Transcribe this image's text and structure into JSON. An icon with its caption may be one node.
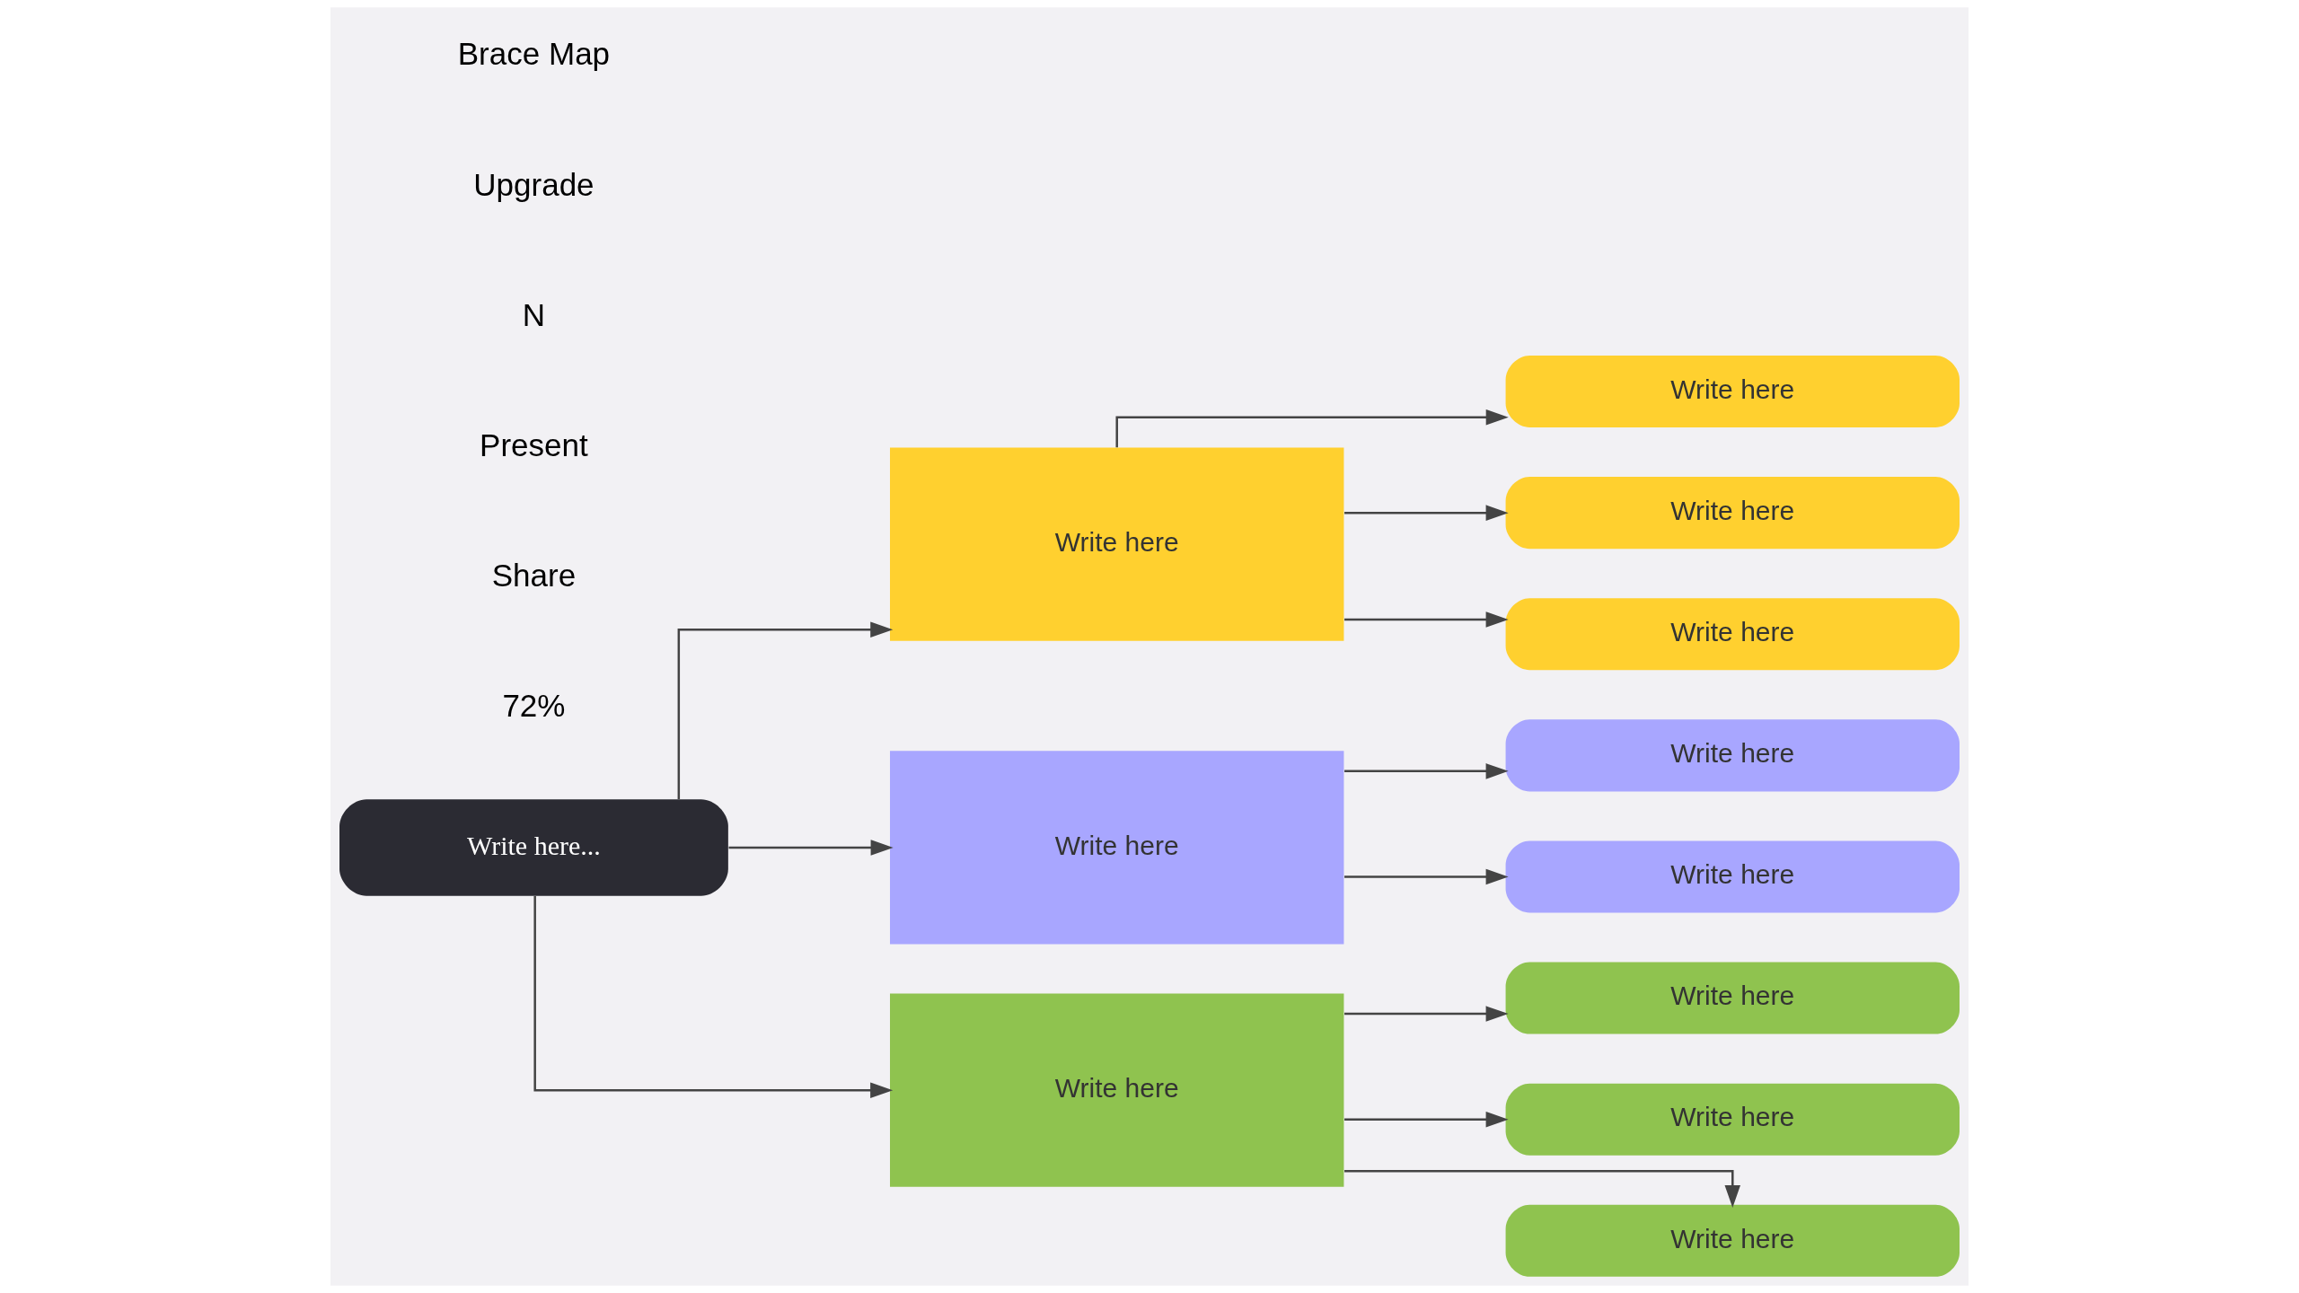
{
  "diagram": {
    "nodes": [
      {
        "text": [
          "Write here..."
        ]
      },
      {
        "text": [
          "Write here"
        ]
      },
      {
        "text": [
          "Write here"
        ]
      },
      {
        "text": [
          "Write here"
        ]
      },
      {
        "text": [
          "Write here"
        ]
      },
      {
        "text": [
          "Write here"
        ]
      },
      {
        "text": [
          "Write here"
        ]
      },
      {
        "text": [
          "Write here"
        ]
      },
      {
        "text": [
          "Write here"
        ]
      },
      {
        "text": [
          "Write here"
        ]
      },
      {
        "text": [
          "Write here"
        ]
      },
      {
        "text": [
          "Write here"
        ]
      }
    ],
    "edges": [
      {
        "from": 0,
        "to": 1,
        "arrow": "to"
      },
      {
        "from": 0,
        "to": 2,
        "arrow": "to"
      },
      {
        "from": 0,
        "to": 3,
        "arrow": "to"
      },
      {
        "from": 1,
        "to": 4,
        "arrow": "to"
      },
      {
        "from": 1,
        "to": 5,
        "arrow": "to"
      },
      {
        "from": 1,
        "to": 6,
        "arrow": "to"
      },
      {
        "from": 2,
        "to": 7,
        "arrow": "to"
      },
      {
        "from": 2,
        "to": 8,
        "arrow": "to"
      },
      {
        "from": 3,
        "to": 9,
        "arrow": "to"
      },
      {
        "from": 3,
        "to": 10,
        "arrow": "to"
      },
      {
        "from": 3,
        "to": 11,
        "arrow": "to"
      }
    ],
    "labels": [
      "Brace Map",
      "Upgrade",
      "N",
      "Present",
      "Share",
      "72%"
    ]
  }
}
